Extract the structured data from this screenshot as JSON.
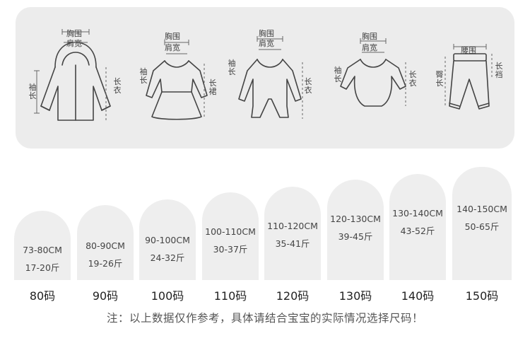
{
  "diagram": {
    "garments": [
      {
        "name": "jacket",
        "labels": {
          "chest": "胸围",
          "shoulder": "肩宽",
          "sleeve": "袖长",
          "length": "长衣"
        }
      },
      {
        "name": "dress",
        "labels": {
          "chest": "胸围",
          "shoulder": "肩宽",
          "sleeve": "袖长",
          "length": "长裙"
        }
      },
      {
        "name": "romper",
        "labels": {
          "chest": "胸围",
          "shoulder": "肩宽",
          "sleeve": "袖长",
          "length": "长衣"
        }
      },
      {
        "name": "bodysuit",
        "labels": {
          "chest": "胸围",
          "shoulder": "肩宽",
          "sleeve": "袖长",
          "length": "长衣"
        }
      },
      {
        "name": "pants",
        "labels": {
          "waist": "腰围",
          "hip": "臀长",
          "length": "长裆"
        }
      }
    ]
  },
  "sizes": [
    {
      "height": "73-80CM",
      "weight": "17-20斤",
      "label": "80码"
    },
    {
      "height": "80-90CM",
      "weight": "19-26斤",
      "label": "90码"
    },
    {
      "height": "90-100CM",
      "weight": "24-32斤",
      "label": "100码"
    },
    {
      "height": "100-110CM",
      "weight": "30-37斤",
      "label": "110码"
    },
    {
      "height": "110-120CM",
      "weight": "35-41斤",
      "label": "120码"
    },
    {
      "height": "120-130CM",
      "weight": "39-45斤",
      "label": "130码"
    },
    {
      "height": "130-140CM",
      "weight": "43-52斤",
      "label": "140码"
    },
    {
      "height": "140-150CM",
      "weight": "50-65斤",
      "label": "150码"
    }
  ],
  "note": "注：以上数据仅作参考，具体请结合宝宝的实际情况选择尺码！"
}
